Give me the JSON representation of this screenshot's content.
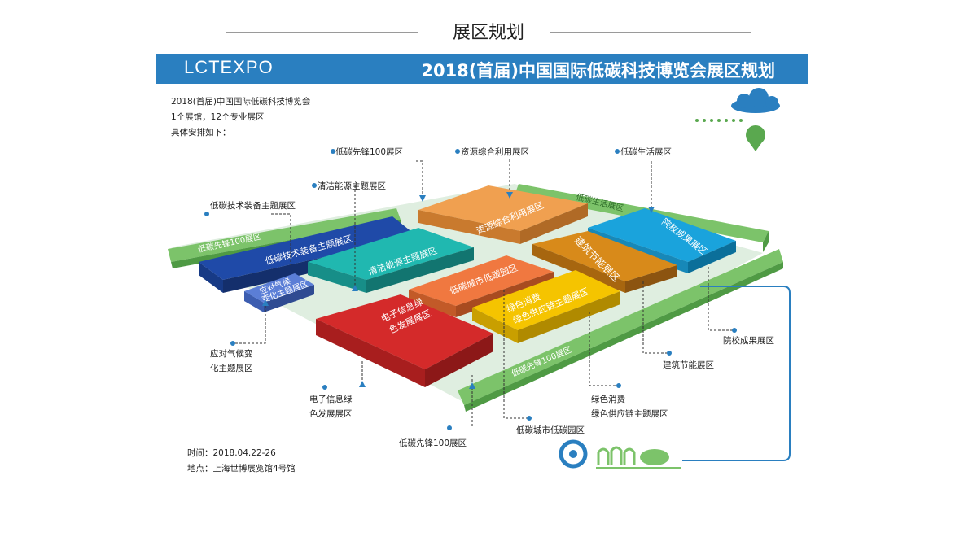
{
  "page_title": "展区规划",
  "banner": {
    "logo": "LCTEXPO",
    "title": "2018(首届)中国国际低碳科技博览会展区规划"
  },
  "intro": [
    "2018(首届)中国国际低碳科技博览会",
    "1个展馆，12个专业展区",
    "具体安排如下："
  ],
  "footer": [
    "时间：2018.04.22-26",
    "地点：上海世博展览馆4号馆"
  ],
  "colors": {
    "banner": "#2a7fc0",
    "border_green": "#7cc36a",
    "floor": "#dfeee0"
  },
  "zones": {
    "pioneer_left": "低碳先锋100展区",
    "pioneer_bottom": "低碳先锋100展区",
    "life_strip": "低碳生活展区",
    "tech_equip": "低碳技术装备主题展区",
    "clean_energy": "清洁能源主题展区",
    "resource": "资源综合利用展区",
    "college": "院校成果展区",
    "building": "建筑节能展区",
    "city": "低碳城市低碳园区",
    "green_consume_1": "绿色消费",
    "green_consume_2": "绿色供应链主题展区",
    "electronic_1": "电子信息绿",
    "electronic_2": "色发展展区",
    "climate_1": "应对气候",
    "climate_2": "变化主题展区"
  },
  "callouts": {
    "pioneer_top": "低碳先锋100展区",
    "resource": "资源综合利用展区",
    "life": "低碳生活展区",
    "clean_energy": "清洁能源主题展区",
    "tech_equip": "低碳技术装备主题展区",
    "climate_1": "应对气候变",
    "climate_2": "化主题展区",
    "electronic_1": "电子信息绿",
    "electronic_2": "色发展展区",
    "pioneer_bottom": "低碳先锋100展区",
    "city": "低碳城市低碳园区",
    "green_1": "绿色消费",
    "green_2": "绿色供应链主题展区",
    "building": "建筑节能展区",
    "college": "院校成果展区"
  }
}
